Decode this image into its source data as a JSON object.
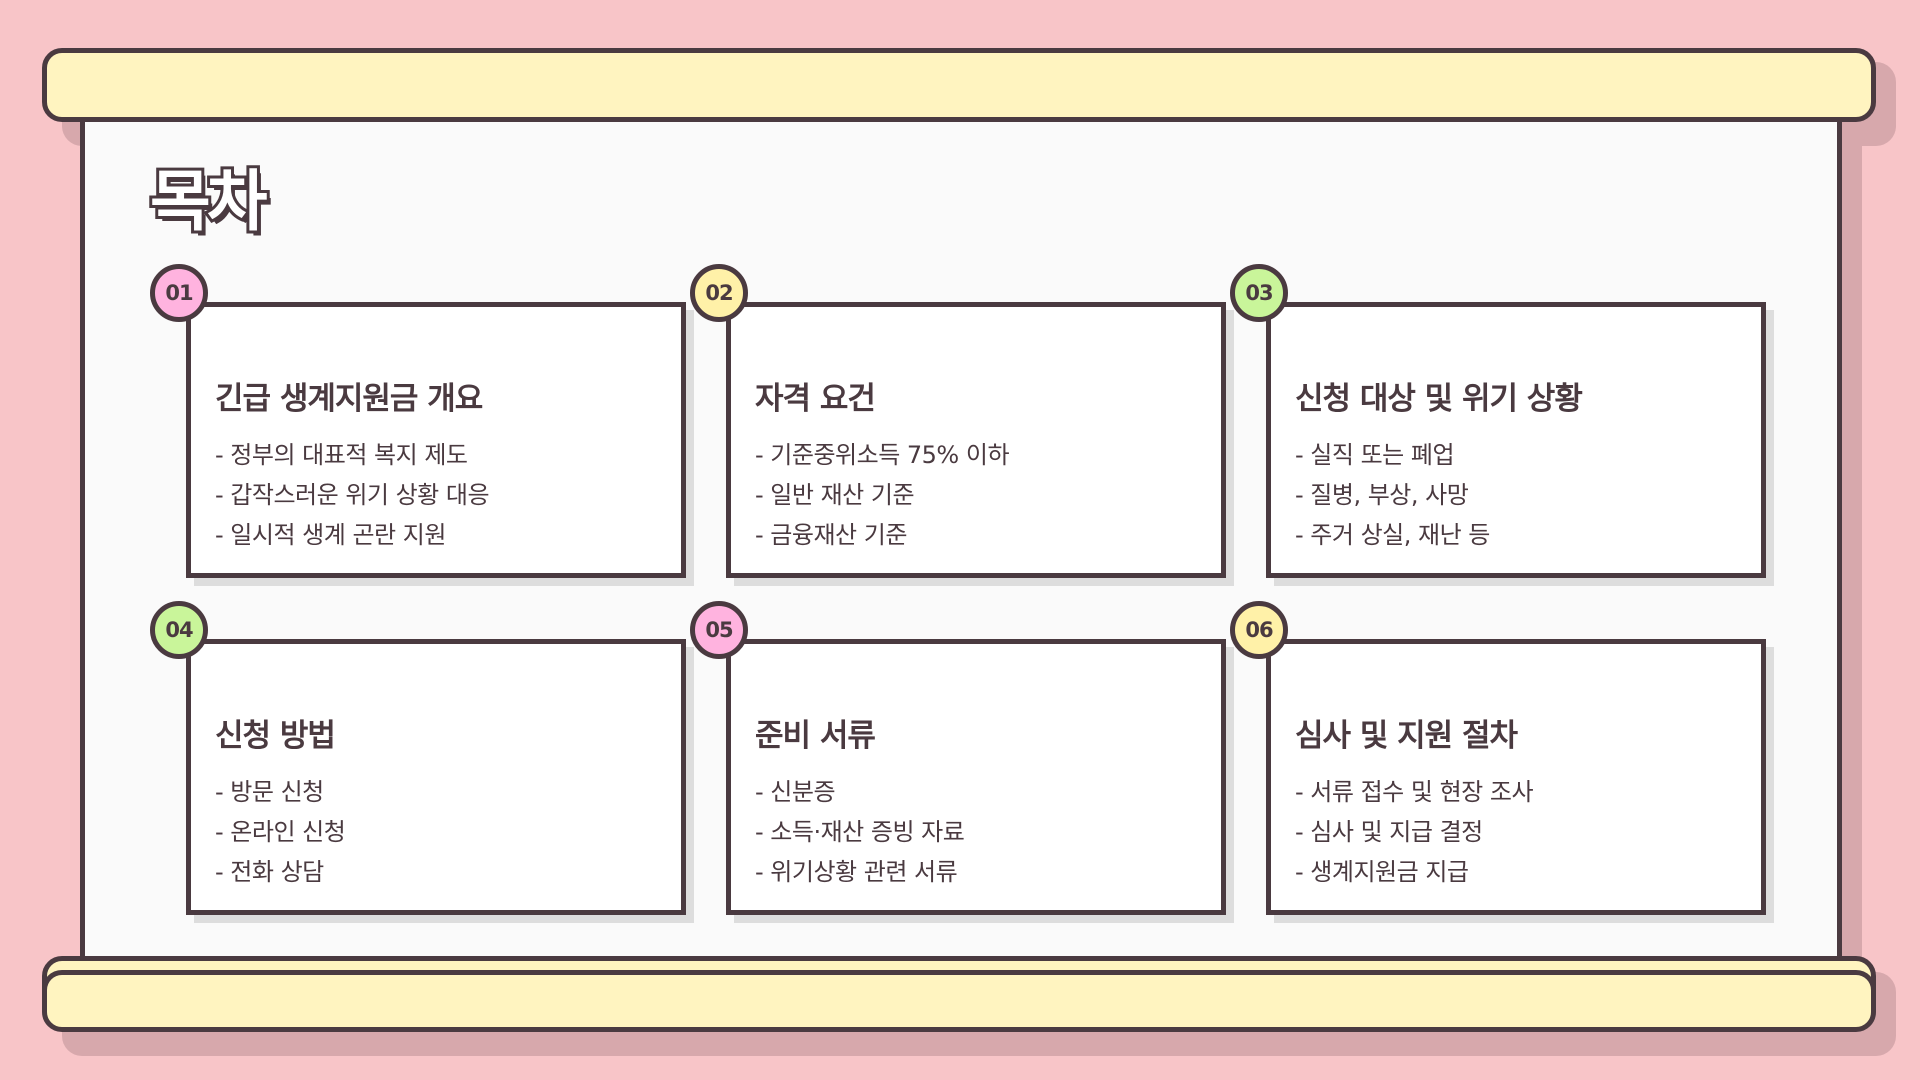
{
  "page": {
    "title": "목차"
  },
  "colors": {
    "background": "#f8c5c8",
    "scroll_bar": "#fff4c0",
    "outline": "#4a3a40",
    "pink": "#ffb3df",
    "yellow": "#fff1a8",
    "green": "#c9f59a"
  },
  "sections": [
    {
      "number": "01",
      "badge_color": "#ffb3df",
      "title": "긴급 생계지원금 개요",
      "items": [
        "- 정부의 대표적 복지 제도",
        "- 갑작스러운 위기 상황 대응",
        "- 일시적 생계 곤란 지원"
      ]
    },
    {
      "number": "02",
      "badge_color": "#fff1a8",
      "title": "자격 요건",
      "items": [
        "- 기준중위소득 75% 이하",
        "- 일반 재산 기준",
        "- 금융재산 기준"
      ]
    },
    {
      "number": "03",
      "badge_color": "#c9f59a",
      "title": "신청 대상 및 위기 상황",
      "items": [
        "- 실직 또는 폐업",
        "- 질병, 부상, 사망",
        "- 주거 상실, 재난 등"
      ]
    },
    {
      "number": "04",
      "badge_color": "#c9f59a",
      "title": "신청 방법",
      "items": [
        "- 방문 신청",
        "- 온라인 신청",
        "- 전화 상담"
      ]
    },
    {
      "number": "05",
      "badge_color": "#ffb3df",
      "title": "준비 서류",
      "items": [
        "- 신분증",
        "- 소득·재산 증빙 자료",
        "- 위기상황 관련 서류"
      ]
    },
    {
      "number": "06",
      "badge_color": "#fff1a8",
      "title": "심사 및 지원 절차",
      "items": [
        "- 서류 접수 및 현장 조사",
        "- 심사 및 지급 결정",
        "- 생계지원금 지급"
      ]
    }
  ]
}
